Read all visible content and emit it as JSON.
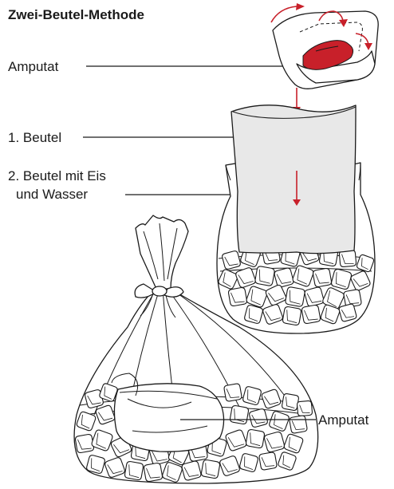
{
  "title": "Zwei-Beutel-Methode",
  "labels": {
    "amputat_top": "Amputat",
    "beutel_1": "1. Beutel",
    "beutel_2_line1": "2. Beutel mit Eis",
    "beutel_2_line2": "und Wasser",
    "amputat_bottom": "Amputat"
  },
  "colors": {
    "accent_red": "#c8202a",
    "bag_fill": "#e8e8e8",
    "outline": "#1a1a1a"
  }
}
